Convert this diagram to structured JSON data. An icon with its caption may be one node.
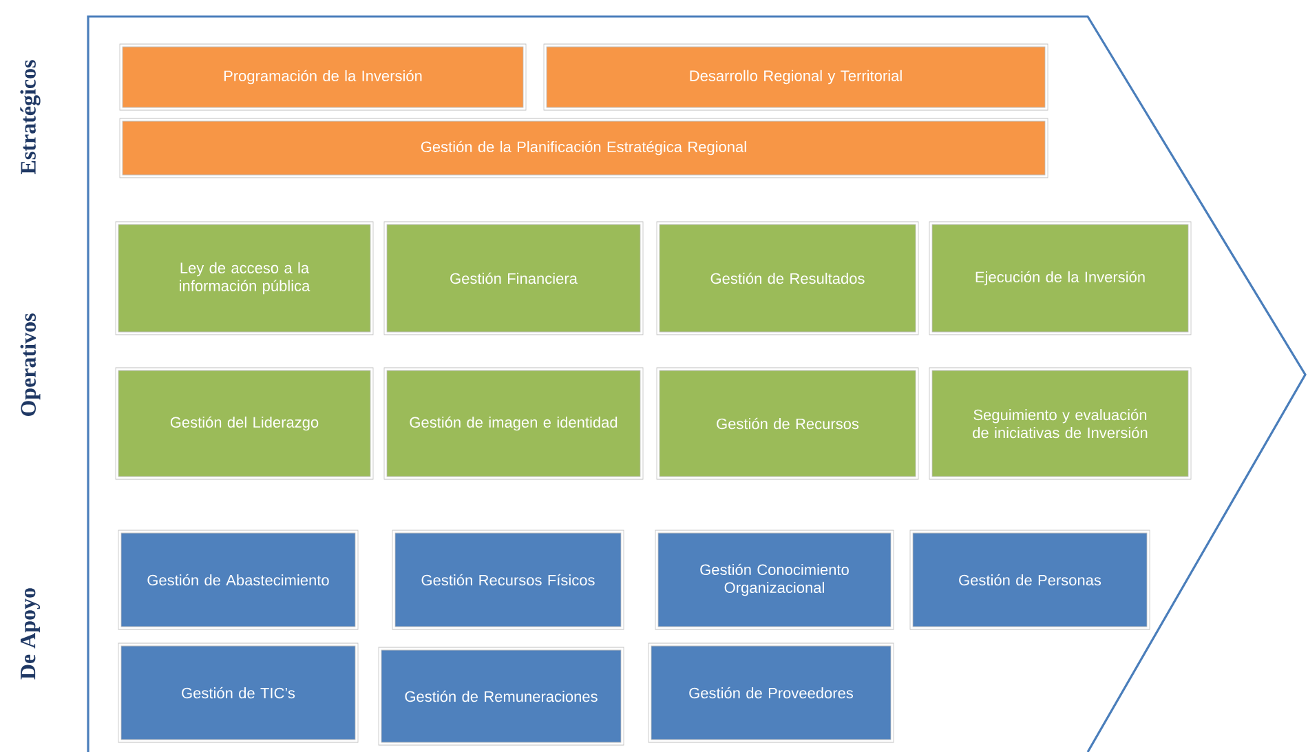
{
  "diagram": {
    "nodes": [
      {
        "text": [
          "Programación de la Inversión"
        ]
      },
      {
        "text": [
          "Desarrollo Regional y Territorial"
        ]
      },
      {
        "text": [
          "Gestión de la Planificación Estratégica Regional"
        ]
      },
      {
        "text": [
          "Ley de acceso a la información pública"
        ]
      },
      {
        "text": [
          "Gestión Financiera"
        ]
      },
      {
        "text": [
          "Gestión de Resultados"
        ]
      },
      {
        "text": [
          "Ejecución de la Inversión"
        ]
      },
      {
        "text": [
          "Gestión del Liderazgo"
        ]
      },
      {
        "text": [
          "Gestión de imagen e identidad"
        ]
      },
      {
        "text": [
          "Gestión de Recursos"
        ]
      },
      {
        "text": [
          "Seguimiento y evaluación de iniciativas de Inversión"
        ]
      },
      {
        "text": [
          "Gestión de Abastecimiento"
        ]
      },
      {
        "text": [
          "Gestión Recursos Físicos"
        ]
      },
      {
        "text": [
          "Gestión Conocimiento Organizacional"
        ]
      },
      {
        "text": [
          "Gestión de Personas"
        ]
      },
      {
        "text": [
          "Gestión de TIC’s"
        ]
      },
      {
        "text": [
          "Gestión de Remuneraciones"
        ]
      },
      {
        "text": [
          "Gestión de Proveedores"
        ]
      }
    ],
    "edges": [],
    "labels": [
      "Estratégicos",
      "Operativos",
      "De Apoyo"
    ]
  }
}
